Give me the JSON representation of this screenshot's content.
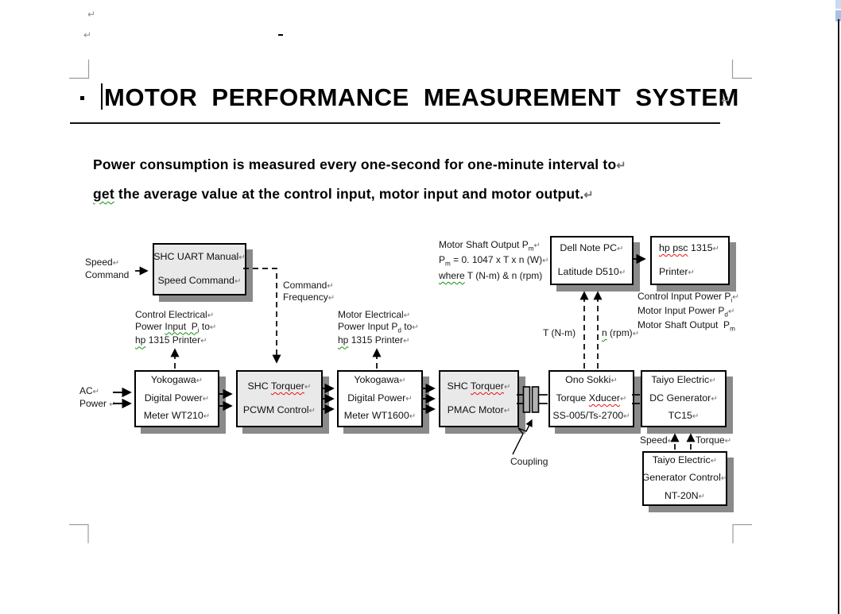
{
  "window": {
    "scrollbar_color_top": "#c9daf1",
    "scrollbar_color_bottom": "#a6c3e6",
    "page_edge_color": "#1a1a1a"
  },
  "page": {
    "top_marks": [
      "↵",
      "↵"
    ],
    "title": "MOTOR PERFORMANCE MEASUREMENT SYSTEM",
    "title_mark": "↵",
    "intro": {
      "line1_html": "Power consumption is measured every one-second for one-minute interval to<span class=m>↵</span>",
      "line2_html": "<u class=g>get</u> the average value at the control input, motor input and motor output.<span class=m>↵</span>"
    }
  },
  "diagram": {
    "boxes": {
      "uart": {
        "lines": [
          "SHC UART Manual<span class=m>↵</span>",
          "Speed Command<span class=m>↵</span>"
        ]
      },
      "wt210": {
        "lines": [
          "Yokogawa<span class=m>↵</span>",
          "Digital Power<span class=m>↵</span>",
          "Meter WT210<span class=m>↵</span>"
        ]
      },
      "pcwm": {
        "lines": [
          "SHC <u class=r>Torquer</u><span class=m>↵</span>",
          "PCWM Control<span class=m>↵</span>"
        ]
      },
      "wt1600": {
        "lines": [
          "Yokogawa<span class=m>↵</span>",
          "Digital Power<span class=m>↵</span>",
          "Meter WT1600<span class=m>↵</span>"
        ]
      },
      "pmac": {
        "lines": [
          "SHC <u class=r>Torquer</u><span class=m>↵</span>",
          "PMAC Motor<span class=m>↵</span>"
        ]
      },
      "ono": {
        "lines": [
          "Ono Sokki<span class=m>↵</span>",
          "Torque <u class=r>Xducer</u><span class=m>↵</span>",
          "SS-005/Ts-2700<span class=m>↵</span>"
        ]
      },
      "tc15": {
        "lines": [
          "Taiyo Electric<span class=m>↵</span>",
          "DC Generator<span class=m>↵</span>",
          "TC15<span class=m>↵</span>"
        ]
      },
      "dell": {
        "lines": [
          "Dell Note PC<span class=m>↵</span>",
          "Latitude D510<span class=m>↵</span>"
        ]
      },
      "hp": {
        "lines": [
          "<u class=r>hp psc</u> 1315<span class=m>↵</span>",
          "Printer<span class=m>↵</span>"
        ]
      },
      "nt20n": {
        "lines": [
          "Taiyo Electric<span class=m>↵</span>",
          "Generator Control<span class=m>↵</span>",
          "NT-20N<span class=m>↵</span>"
        ]
      }
    },
    "labels": {
      "speed_command": {
        "lines": [
          "Speed<span class=m>↵</span>",
          "Command"
        ]
      },
      "command_frequency": {
        "lines": [
          "Command<span class=m>↵</span>",
          "Frequency<span class=m>↵</span>"
        ]
      },
      "control_electrical": {
        "lines": [
          "Control Electrical<span class=m>↵</span>",
          "Power <u class=g>Input&nbsp; P<sub>i</sub></u> to<span class=m>↵</span>",
          "<u class=g>hp</u> 1315 Printer<span class=m>↵</span>"
        ]
      },
      "motor_electrical": {
        "lines": [
          "Motor Electrical<span class=m>↵</span>",
          "Power Input P<sub>d</sub> to<span class=m>↵</span>",
          "<u class=g>hp</u> 1315 Printer<span class=m>↵</span>"
        ]
      },
      "motor_shaft": {
        "lines": [
          "Motor Shaft Output P<sub>m</sub><span class=m>↵</span>",
          "P<sub>m</sub> = 0. 1047 x T x n (W)<span class=m>↵</span>",
          "<u class=g>where</u> T (N-m) &amp; n (rpm)"
        ]
      },
      "power_totals": {
        "lines": [
          "Control Input Power P<sub>i</sub><span class=m>↵</span>",
          "Motor Input Power P<sub>d</sub><span class=m>↵</span>",
          "Motor Shaft Output&nbsp; P<sub>m</sub>"
        ]
      },
      "ac_power": {
        "lines": [
          "AC<span class=m>↵</span>",
          "Power <span class=m>↵</span>"
        ]
      },
      "torque_units_html": "T (N-m)",
      "speed_units_html": "<u class=g>n</u> (rpm)<span class=m>↵</span>",
      "speed_html": "Speed<span class=m>↵</span>",
      "torque_html": "Torque<span class=m>↵</span>",
      "coupling_html": "Coupling"
    }
  }
}
